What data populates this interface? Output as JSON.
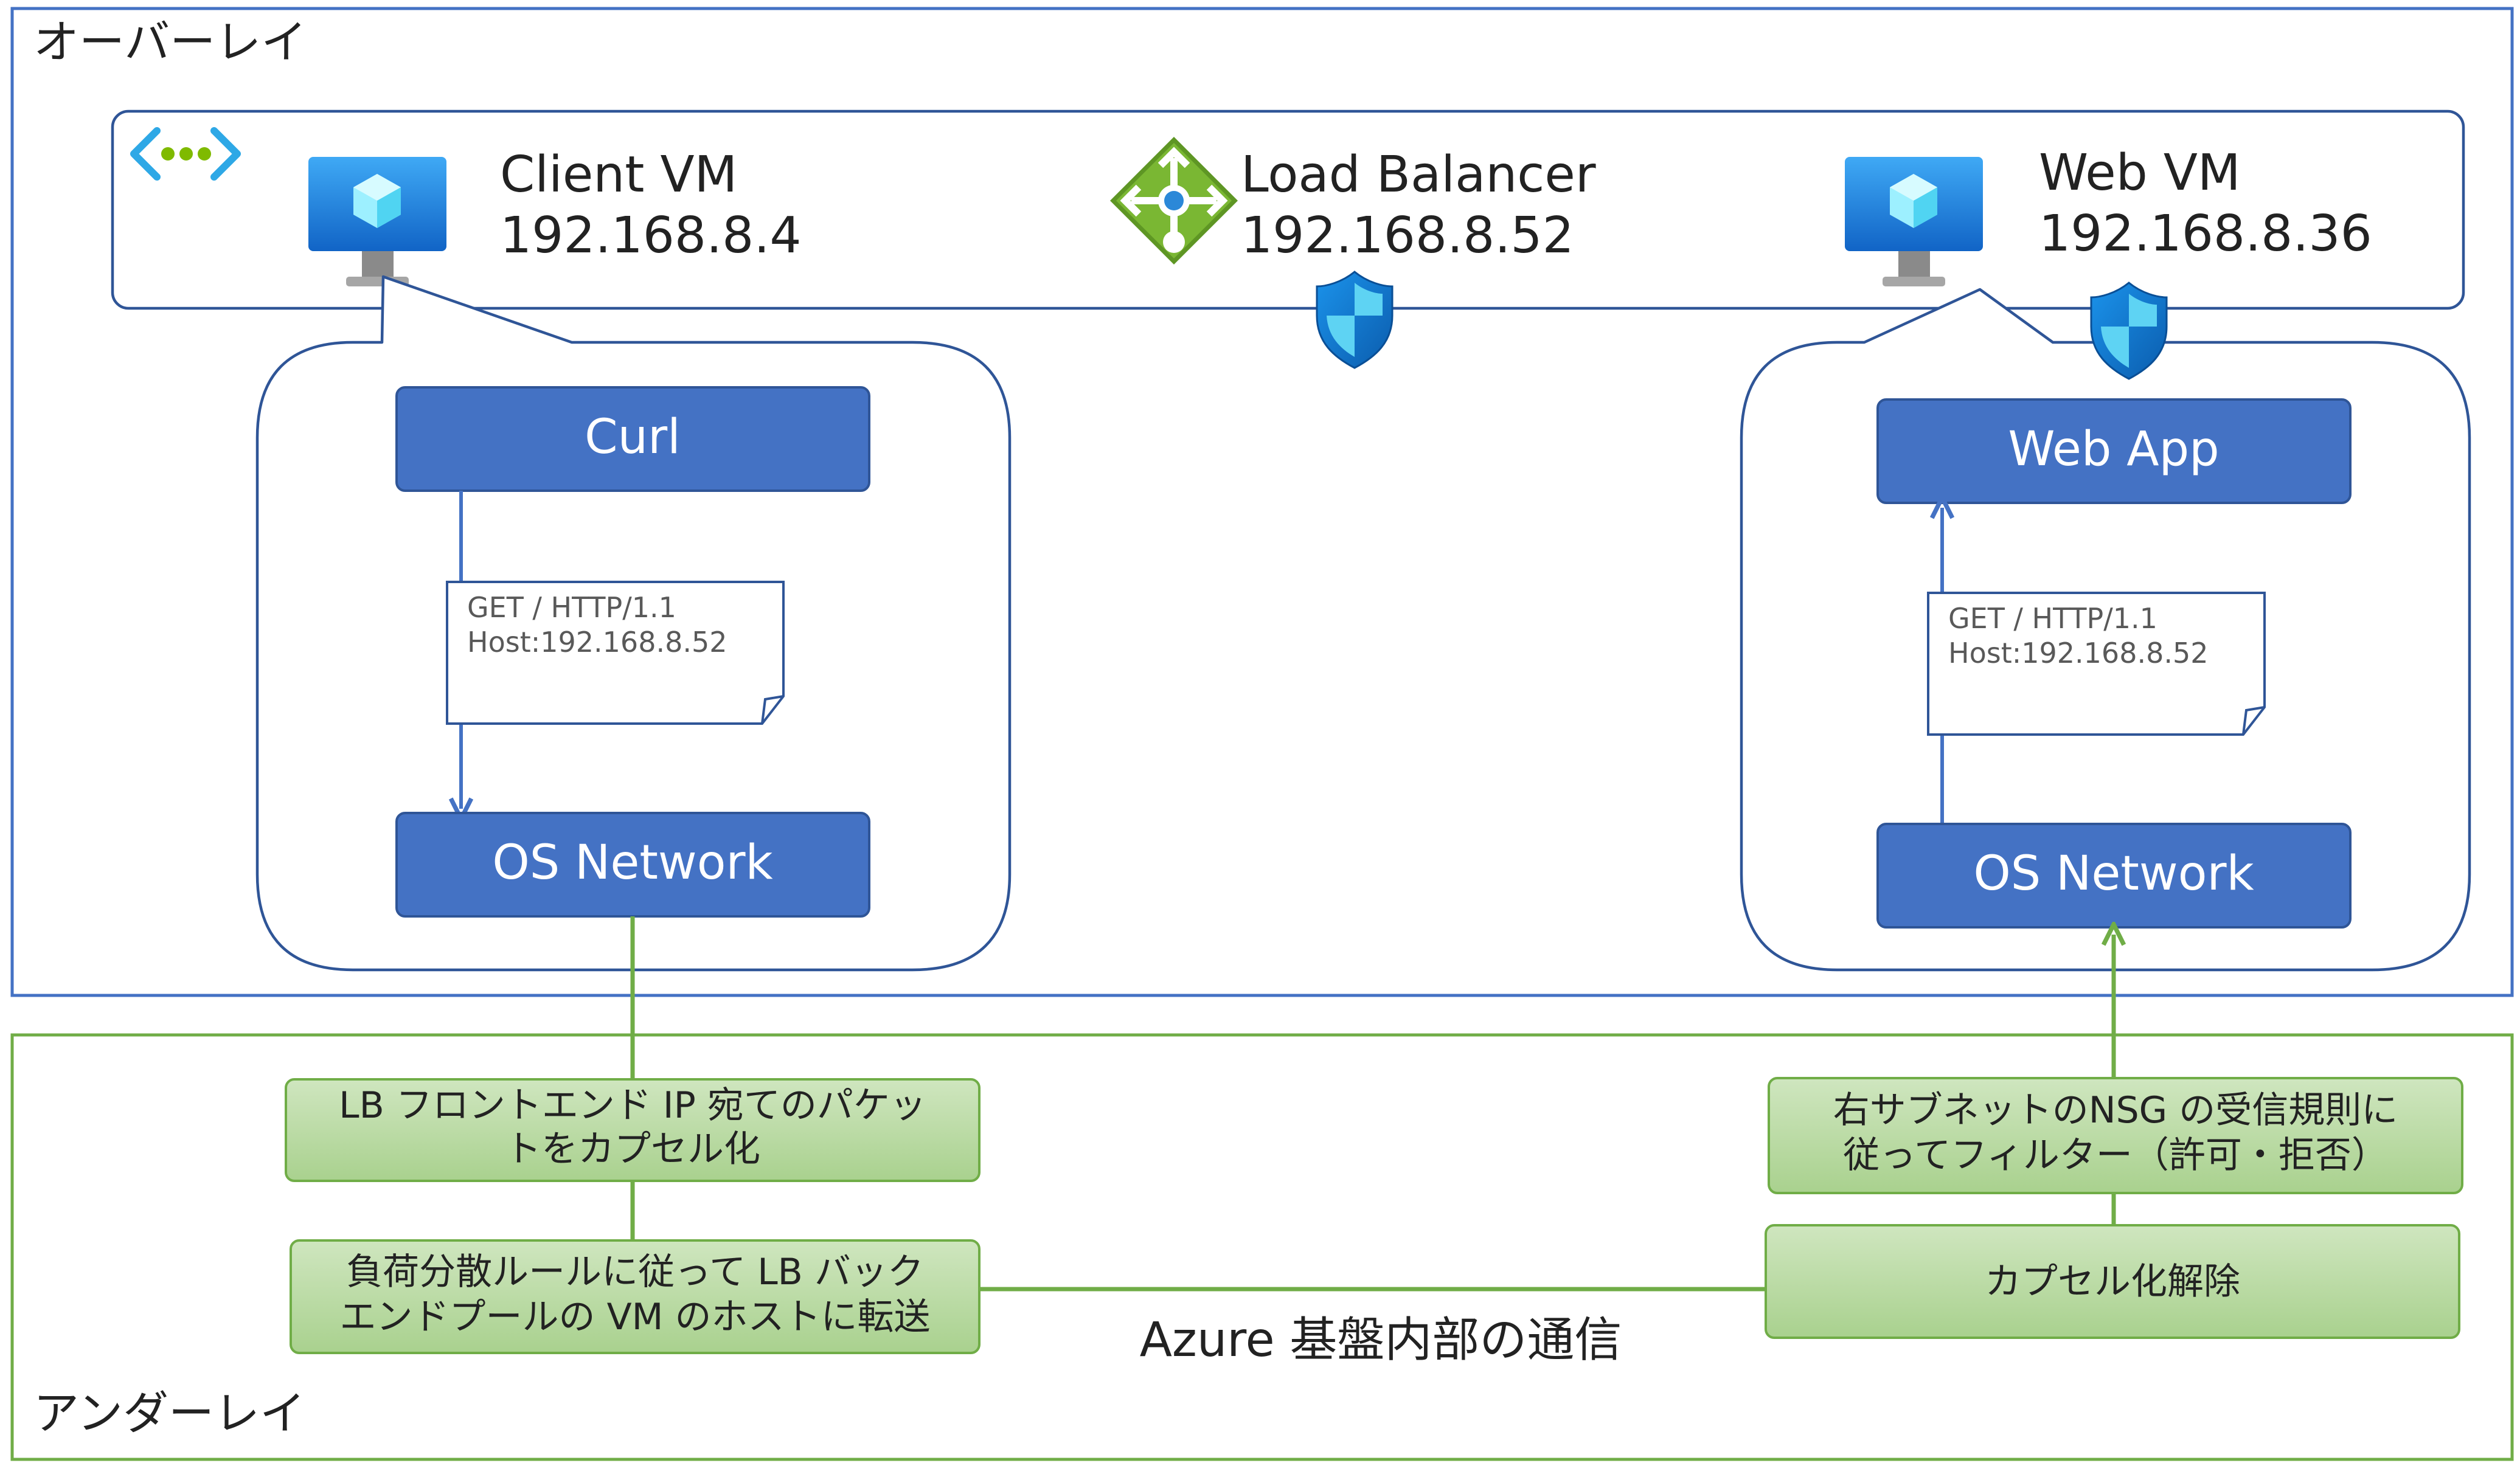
{
  "overlay": {
    "label": "オーバーレイ"
  },
  "underlay": {
    "label": "アンダーレイ"
  },
  "vnet": {
    "icon": "virtual-network-icon"
  },
  "client_vm": {
    "name": "Client VM",
    "ip": "192.168.8.4",
    "icon": "virtual-machine-icon"
  },
  "load_balancer": {
    "name": "Load Balancer",
    "ip": "192.168.8.52",
    "icon": "load-balancer-icon"
  },
  "web_vm": {
    "name": "Web VM",
    "ip": "192.168.8.36",
    "icon": "virtual-machine-icon"
  },
  "nsg": {
    "icon": "network-security-group-icon"
  },
  "client_stack": {
    "app": "Curl",
    "os": "OS Network",
    "request": {
      "line1": "GET / HTTP/1.1",
      "line2": "Host:192.168.8.52"
    }
  },
  "web_stack": {
    "app": "Web App",
    "os": "OS Network",
    "request": {
      "line1": "GET / HTTP/1.1",
      "line2": "Host:192.168.8.52"
    }
  },
  "underlay_steps": {
    "encap": {
      "line1": "LB フロントエンド IP 宛てのパケッ",
      "line2": "トをカプセル化"
    },
    "forward": {
      "line1": "負荷分散ルールに従って LB バック",
      "line2": "エンドプールの VM のホストに転送"
    },
    "nsg_filter": {
      "line1": "右サブネットのNSG の受信規則に",
      "line2": "従ってフィルター（許可・拒否）"
    },
    "decap": {
      "line1": "カプセル化解除"
    }
  },
  "azure_comm": {
    "label": "Azure 基盤内部の通信"
  },
  "colors": {
    "overlay_border": "#4472c4",
    "underlay_border": "#70ad47",
    "app_box": "#4472c4",
    "green_box_top": "#c6e0b4",
    "green_box_bottom": "#a9d18e",
    "green_line": "#70ad47",
    "text": "#222222",
    "note_text": "#595959"
  }
}
